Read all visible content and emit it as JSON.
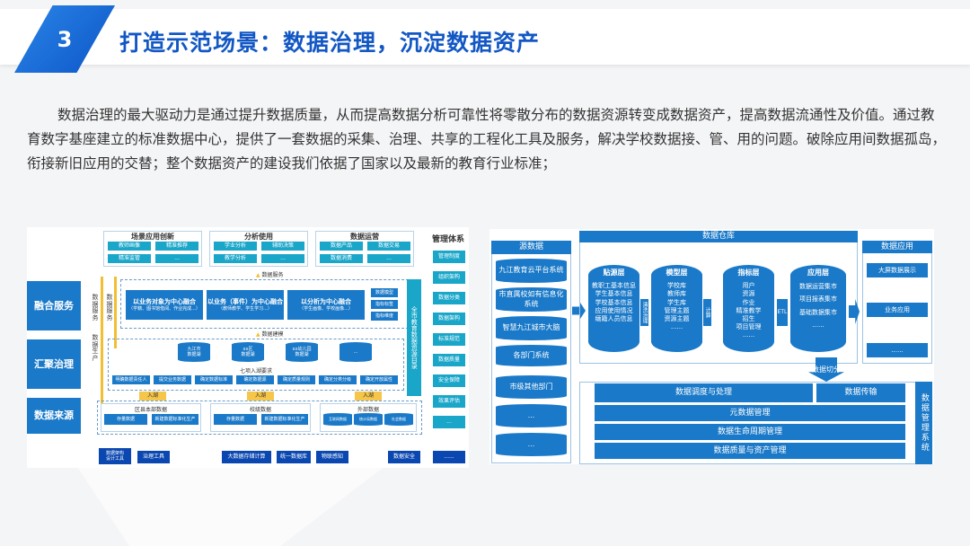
{
  "header": {
    "number": "3",
    "title": "打造示范场景：数据治理，沉淀数据资产"
  },
  "paragraph": "数据治理的最大驱动力是通过提升数据质量，从而提高数据分析可靠性将零散分布的数据资源转变成数据资产，提高数据流通性及价值。通过教育数字基座建立的标准数据中心，提供了一套数据的采集、治理、共享的工程化工具及服务，解决学校数据接、管、用的问题。破除应用间数据孤岛，衔接新旧应用的交替；整个数据资产的建设我们依据了国家以及最新的教育行业标准；",
  "left_diagram": {
    "layers": [
      "融合服务",
      "汇聚治理",
      "数据来源"
    ],
    "top_groups": [
      {
        "title": "场景应用创新",
        "items": [
          "教师画像",
          "精准推荐",
          "精准监管",
          "..."
        ]
      },
      {
        "title": "分析使用",
        "items": [
          "学业分析",
          "辅助决策",
          "教学分析",
          "..."
        ]
      },
      {
        "title": "数据运营",
        "items": [
          "数据产品",
          "数据交易",
          "数据消费",
          "..."
        ]
      }
    ],
    "mgmt_title": "管理体系",
    "mgmt_items": [
      "管理制度",
      "组织架构",
      "数据分类",
      "数据架构",
      "标准规范",
      "数据质量",
      "安全保障",
      "效果评估",
      "..."
    ],
    "vertical_labels": {
      "outer": "数据服务",
      "outer2": "数据生产",
      "inner": "数据服务"
    },
    "arrow_service": "数据服务",
    "arrow_model": "数据建模",
    "fusion": [
      {
        "title": "以业务对象为中心融合",
        "sub": "（学籍、图书馆借阅、作业完成...）"
      },
      {
        "title": "以业务（事件）为中心融合",
        "sub": "（教师教学、学生学习...）"
      },
      {
        "title": "以分析为中心融合",
        "sub": "（学生画像、学校画像...）"
      }
    ],
    "fusion_side": [
      "数据模型",
      "指标标签",
      "指标维度"
    ],
    "catalog": "全市教育数据资源目录",
    "dbs": [
      "九江市\n数据湖",
      "xx区\n数据湖",
      "xx幼儿园\n数据湖",
      "..."
    ],
    "lake_title": "七项入湖要求",
    "lake_reqs": [
      "明确数据责任人",
      "提交业务数据",
      "确定数据标准",
      "确定数据源",
      "确定质量规则",
      "确定分类分级",
      "确定开放属性"
    ],
    "ingest": [
      "入湖",
      "入湖",
      "入湖"
    ],
    "sources": [
      {
        "title": "区县本部数据",
        "items": [
          "存量数据",
          "新建数据标准化生产"
        ]
      },
      {
        "title": "校级数据",
        "items": [
          "存量数据",
          "新建数据标准化生产"
        ]
      },
      {
        "title": "外部数据",
        "items": [
          "互联网数据",
          "统计局数据",
          "社会数据"
        ]
      }
    ],
    "tools": [
      "数据架构\n设计工具",
      "治理工具",
      "大数据存储计算",
      "统一数据库",
      "物联感知",
      "数据安全",
      "......"
    ]
  },
  "right_diagram": {
    "source_title": "源数据",
    "sources": [
      "九江教育云平台系统",
      "市直属校如有信息化系统",
      "智慧九江城市大脑",
      "各部门系统",
      "市级其他部门",
      "...",
      "..."
    ],
    "warehouse_title": "数据仓库",
    "layers": [
      {
        "title": "贴源层",
        "items": [
          "教职工基本信息",
          "学生基本信息",
          "学校基本信息",
          "应用使用情况",
          "缅籍人员信息"
        ]
      },
      {
        "title": "模型层",
        "items": [
          "学校库",
          "教师库",
          "学生库",
          "管理主题",
          "资源主题",
          "......"
        ]
      },
      {
        "title": "指标层",
        "items": [
          "用户",
          "资源",
          "作业",
          "精准教学",
          "招生",
          "项目管理",
          "......"
        ]
      },
      {
        "title": "应用层",
        "items": [
          "数据运营集市",
          "项目报表集市",
          "基础数据集市",
          "......"
        ]
      }
    ],
    "arrows": [
      "清洗治理",
      "计算",
      "ETL"
    ],
    "app_title": "数据应用",
    "apps": [
      "大屏数据展示",
      "业务应用",
      "......"
    ],
    "split": "数据切分",
    "mgmt_rows": [
      "数据调度与处理",
      "数据传输",
      "元数据管理",
      "数据生命周期管理",
      "数据质量与资产管理"
    ],
    "mgmt_side": "数据管理系统"
  }
}
